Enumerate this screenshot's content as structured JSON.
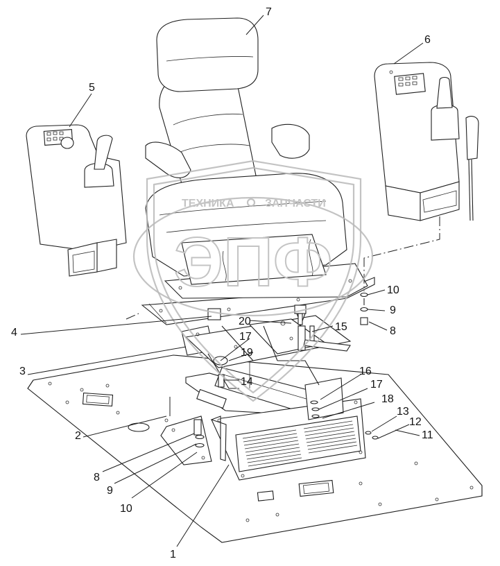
{
  "watermark": {
    "top_text": "ТЕХНИКА",
    "top_text_right": "ЗАПЧАСТИ",
    "logo_letters": "ЭПФ"
  },
  "callouts": {
    "c1": "1",
    "c2": "2",
    "c3": "3",
    "c4": "4",
    "c5": "5",
    "c6": "6",
    "c7": "7",
    "c8a": "8",
    "c8b": "8",
    "c9a": "9",
    "c9b": "9",
    "c10a": "10",
    "c10b": "10",
    "c11": "11",
    "c12": "12",
    "c13": "13",
    "c14": "14",
    "c15": "15",
    "c16": "16",
    "c17a": "17",
    "c17b": "17",
    "c18": "18",
    "c19": "19",
    "c20": "20"
  }
}
